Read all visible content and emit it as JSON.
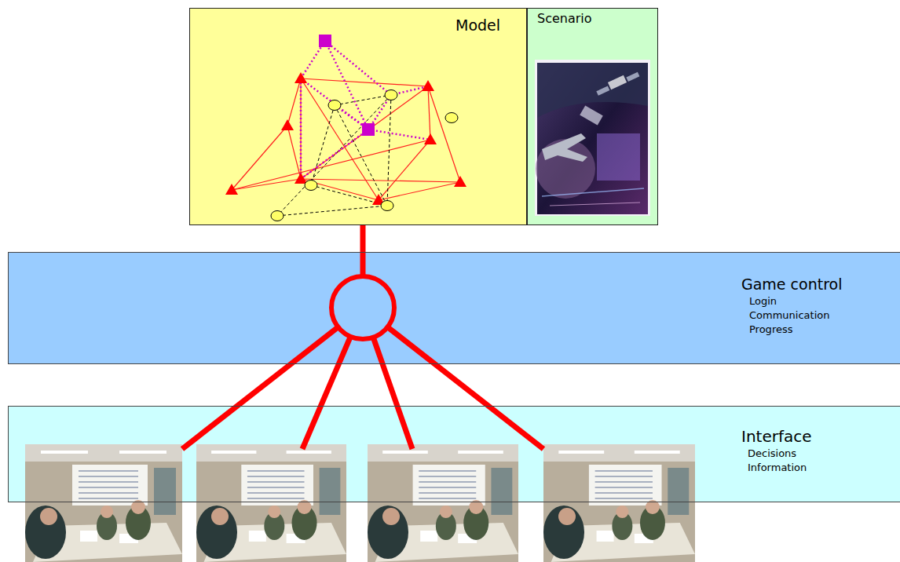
{
  "diagram": {
    "nodes": [
      {
        "text": [
          "Model"
        ]
      },
      {
        "text": [
          "Scenario"
        ]
      },
      {
        "text": [
          "Game control",
          "Login",
          "Communication",
          "Progress"
        ]
      },
      {
        "text": [
          "Interface",
          "Decisions",
          "Information"
        ]
      }
    ],
    "edges": [
      {
        "from": 0,
        "to": 2,
        "arrow": "none"
      }
    ]
  }
}
